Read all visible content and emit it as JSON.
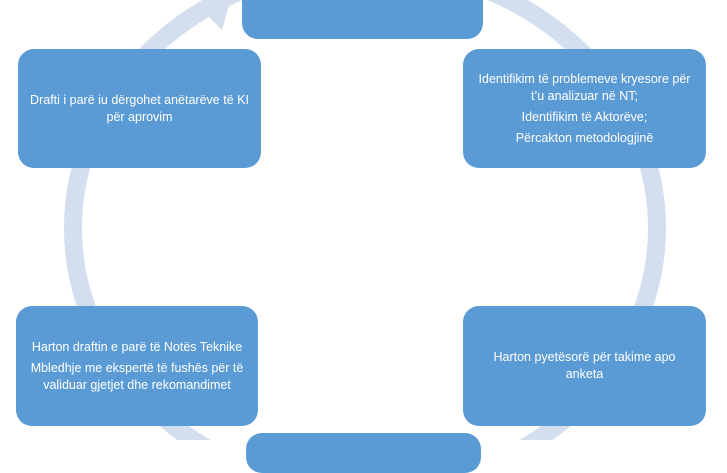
{
  "diagram": {
    "colors": {
      "box": "#5b9bd5",
      "ring": "#d3deef",
      "text": "#ffffff"
    },
    "steps": [
      {
        "id": "top",
        "lines": []
      },
      {
        "id": "right-top",
        "lines": [
          "Identifikim të problemeve kryesore për t’u analizuar në NT;",
          "Identifikim të Aktorëve;",
          "Përcakton metodologjinë"
        ]
      },
      {
        "id": "right-bottom",
        "lines": [
          "Harton pyetësorë për takime apo anketa"
        ]
      },
      {
        "id": "bottom",
        "lines": []
      },
      {
        "id": "left-bottom",
        "lines": [
          "Harton draftin e parë të Notës Teknike",
          "Mbledhje me ekspertë të fushës për të validuar gjetjet dhe rekomandimet"
        ]
      },
      {
        "id": "left-top",
        "lines": [
          "Drafti i parë iu dërgohet anëtarëve të KI për aprovim"
        ]
      }
    ]
  }
}
